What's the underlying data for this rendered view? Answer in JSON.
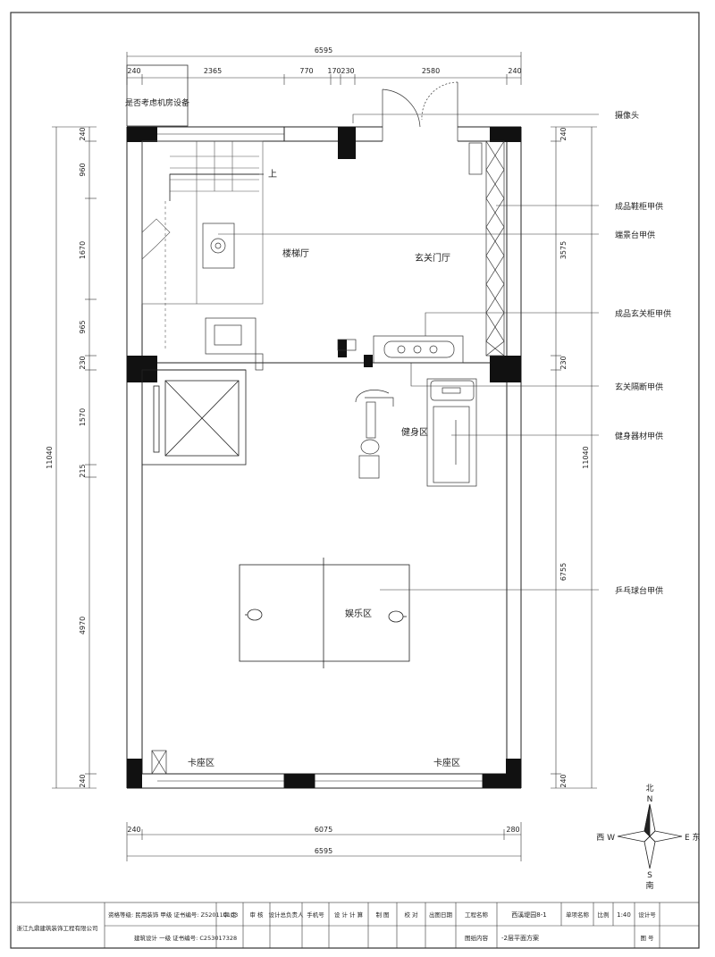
{
  "dimensions": {
    "top_total": "6595",
    "top_segments": [
      "240",
      "2365",
      "770",
      "170",
      "230",
      "2580",
      "240"
    ],
    "left_segments": [
      "240",
      "960",
      "1670",
      "965",
      "230",
      "1570",
      "215",
      "4970",
      "240"
    ],
    "left_total": "11040",
    "right_segments": [
      "240",
      "3575",
      "230",
      "6755",
      "240"
    ],
    "right_total": "11040",
    "bottom_segments": [
      "240",
      "6075",
      "280"
    ],
    "bottom_total": "6595"
  },
  "rooms": {
    "stair_hall": "楼梯厅",
    "foyer": "玄关门厅",
    "gym": "健身区",
    "entertainment": "娱乐区",
    "booth_left": "卡座区",
    "booth_right": "卡座区",
    "stair_up": "上"
  },
  "notes": {
    "machine_room": "是否考虑机房设备",
    "camera": "摄像头",
    "shoe_cabinet": "成品鞋柜甲供",
    "incense_table": "端景台甲供",
    "foyer_cabinet": "成品玄关柜甲供",
    "foyer_partition": "玄关隔断甲供",
    "fitness_equipment": "健身器材甲供",
    "pingpong_table": "乒乓球台甲供"
  },
  "compass": {
    "north": "北",
    "n": "N",
    "south": "S",
    "south_cn": "南",
    "west": "西 W",
    "east": "E 东"
  },
  "title_block": {
    "company": "浙江九鼎建筑装饰工程有限公司",
    "qual_line1": "资格等级: 民用装饰  甲级  证书编号: Z520110103",
    "qual_line2": "建筑设计  一级  证书编号: C253017328",
    "h_review": "审  定",
    "h_audit": "审  核",
    "h_lead": "设计总负责人",
    "h_hand": "手机号",
    "h_design": "设 计  计 算",
    "h_draw": "制  图",
    "h_check": "校  对",
    "h_date": "出图日期",
    "h_project": "工程名称",
    "project_name": "西溪堤园8-1",
    "h_item": "单项名称",
    "h_scale": "比例",
    "scale": "1:40",
    "h_design_no": "设计号",
    "h_content": "图纸内容",
    "content": "-2层平面方案",
    "h_sheet": "图  号"
  }
}
